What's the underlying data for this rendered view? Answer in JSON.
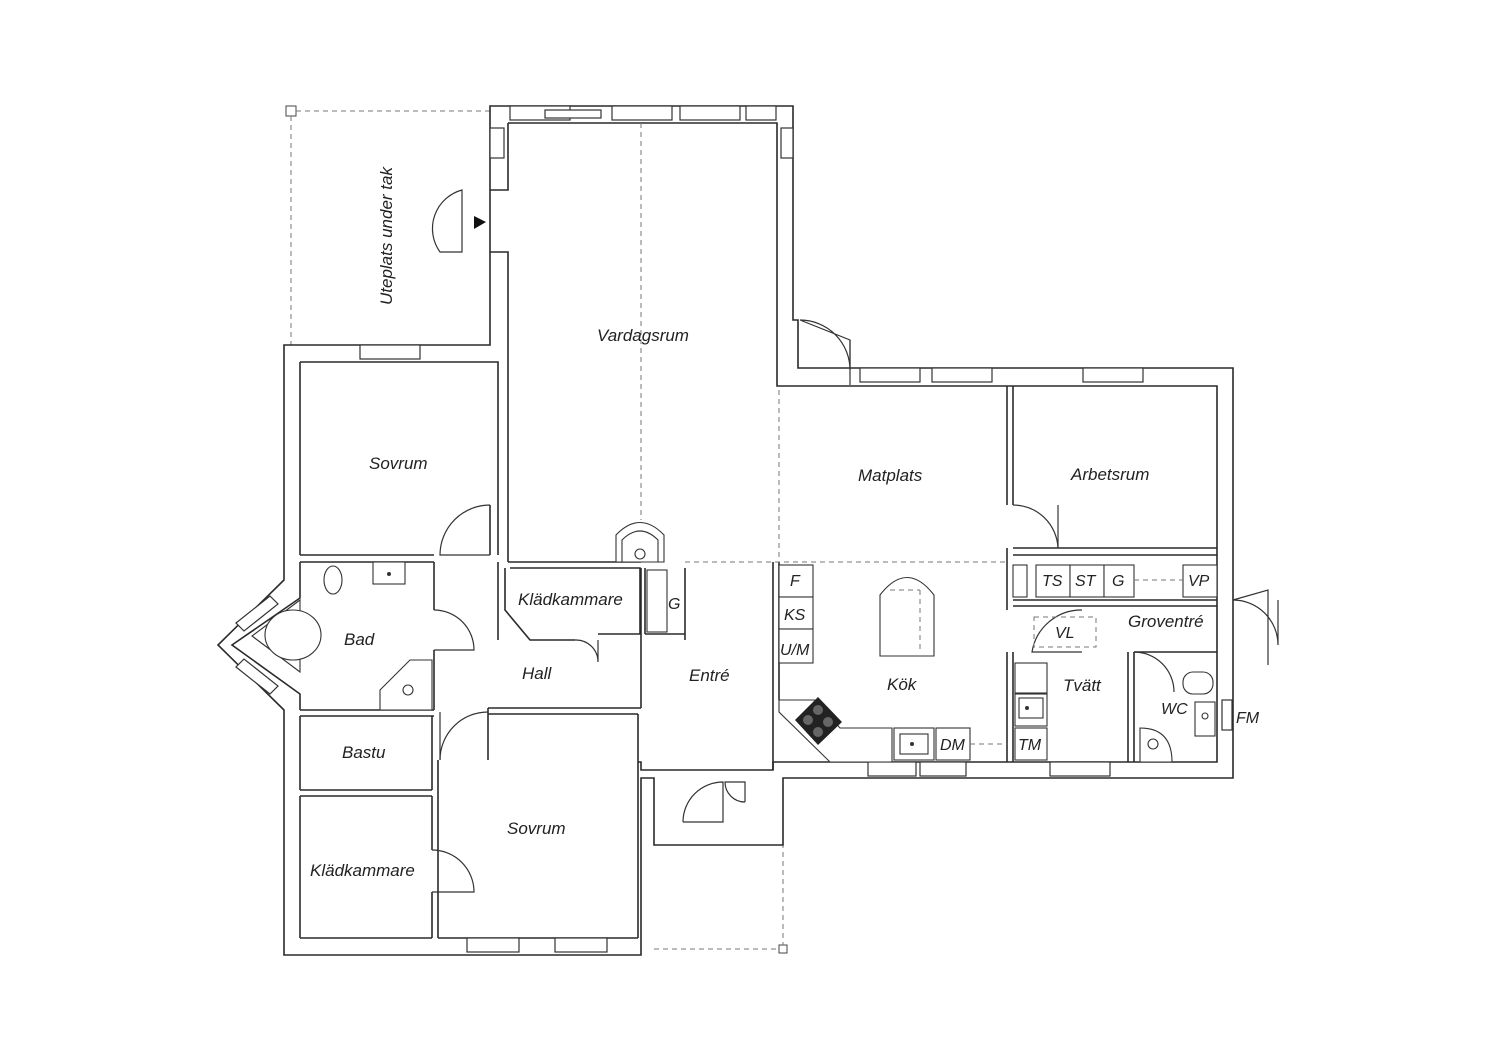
{
  "rooms": {
    "uteplats": "Uteplats under tak",
    "vardagsrum": "Vardagsrum",
    "sovrum_1": "Sovrum",
    "matplats": "Matplats",
    "arbetsrum": "Arbetsrum",
    "kladkammare_1": "Klädkammare",
    "bad": "Bad",
    "hall": "Hall",
    "entre": "Entré",
    "kok": "Kök",
    "tvatt": "Tvätt",
    "groventre": "Groventré",
    "wc": "WC",
    "bastu": "Bastu",
    "sovrum_2": "Sovrum",
    "kladkammare_2": "Klädkammare"
  },
  "appliances": {
    "f": "F",
    "ks": "KS",
    "um": "U/M",
    "dm": "DM",
    "tm": "TM",
    "ts": "TS",
    "st": "ST",
    "g_tvatt": "G",
    "vp": "VP",
    "vl": "VL",
    "fm": "FM",
    "g_entre": "G"
  }
}
